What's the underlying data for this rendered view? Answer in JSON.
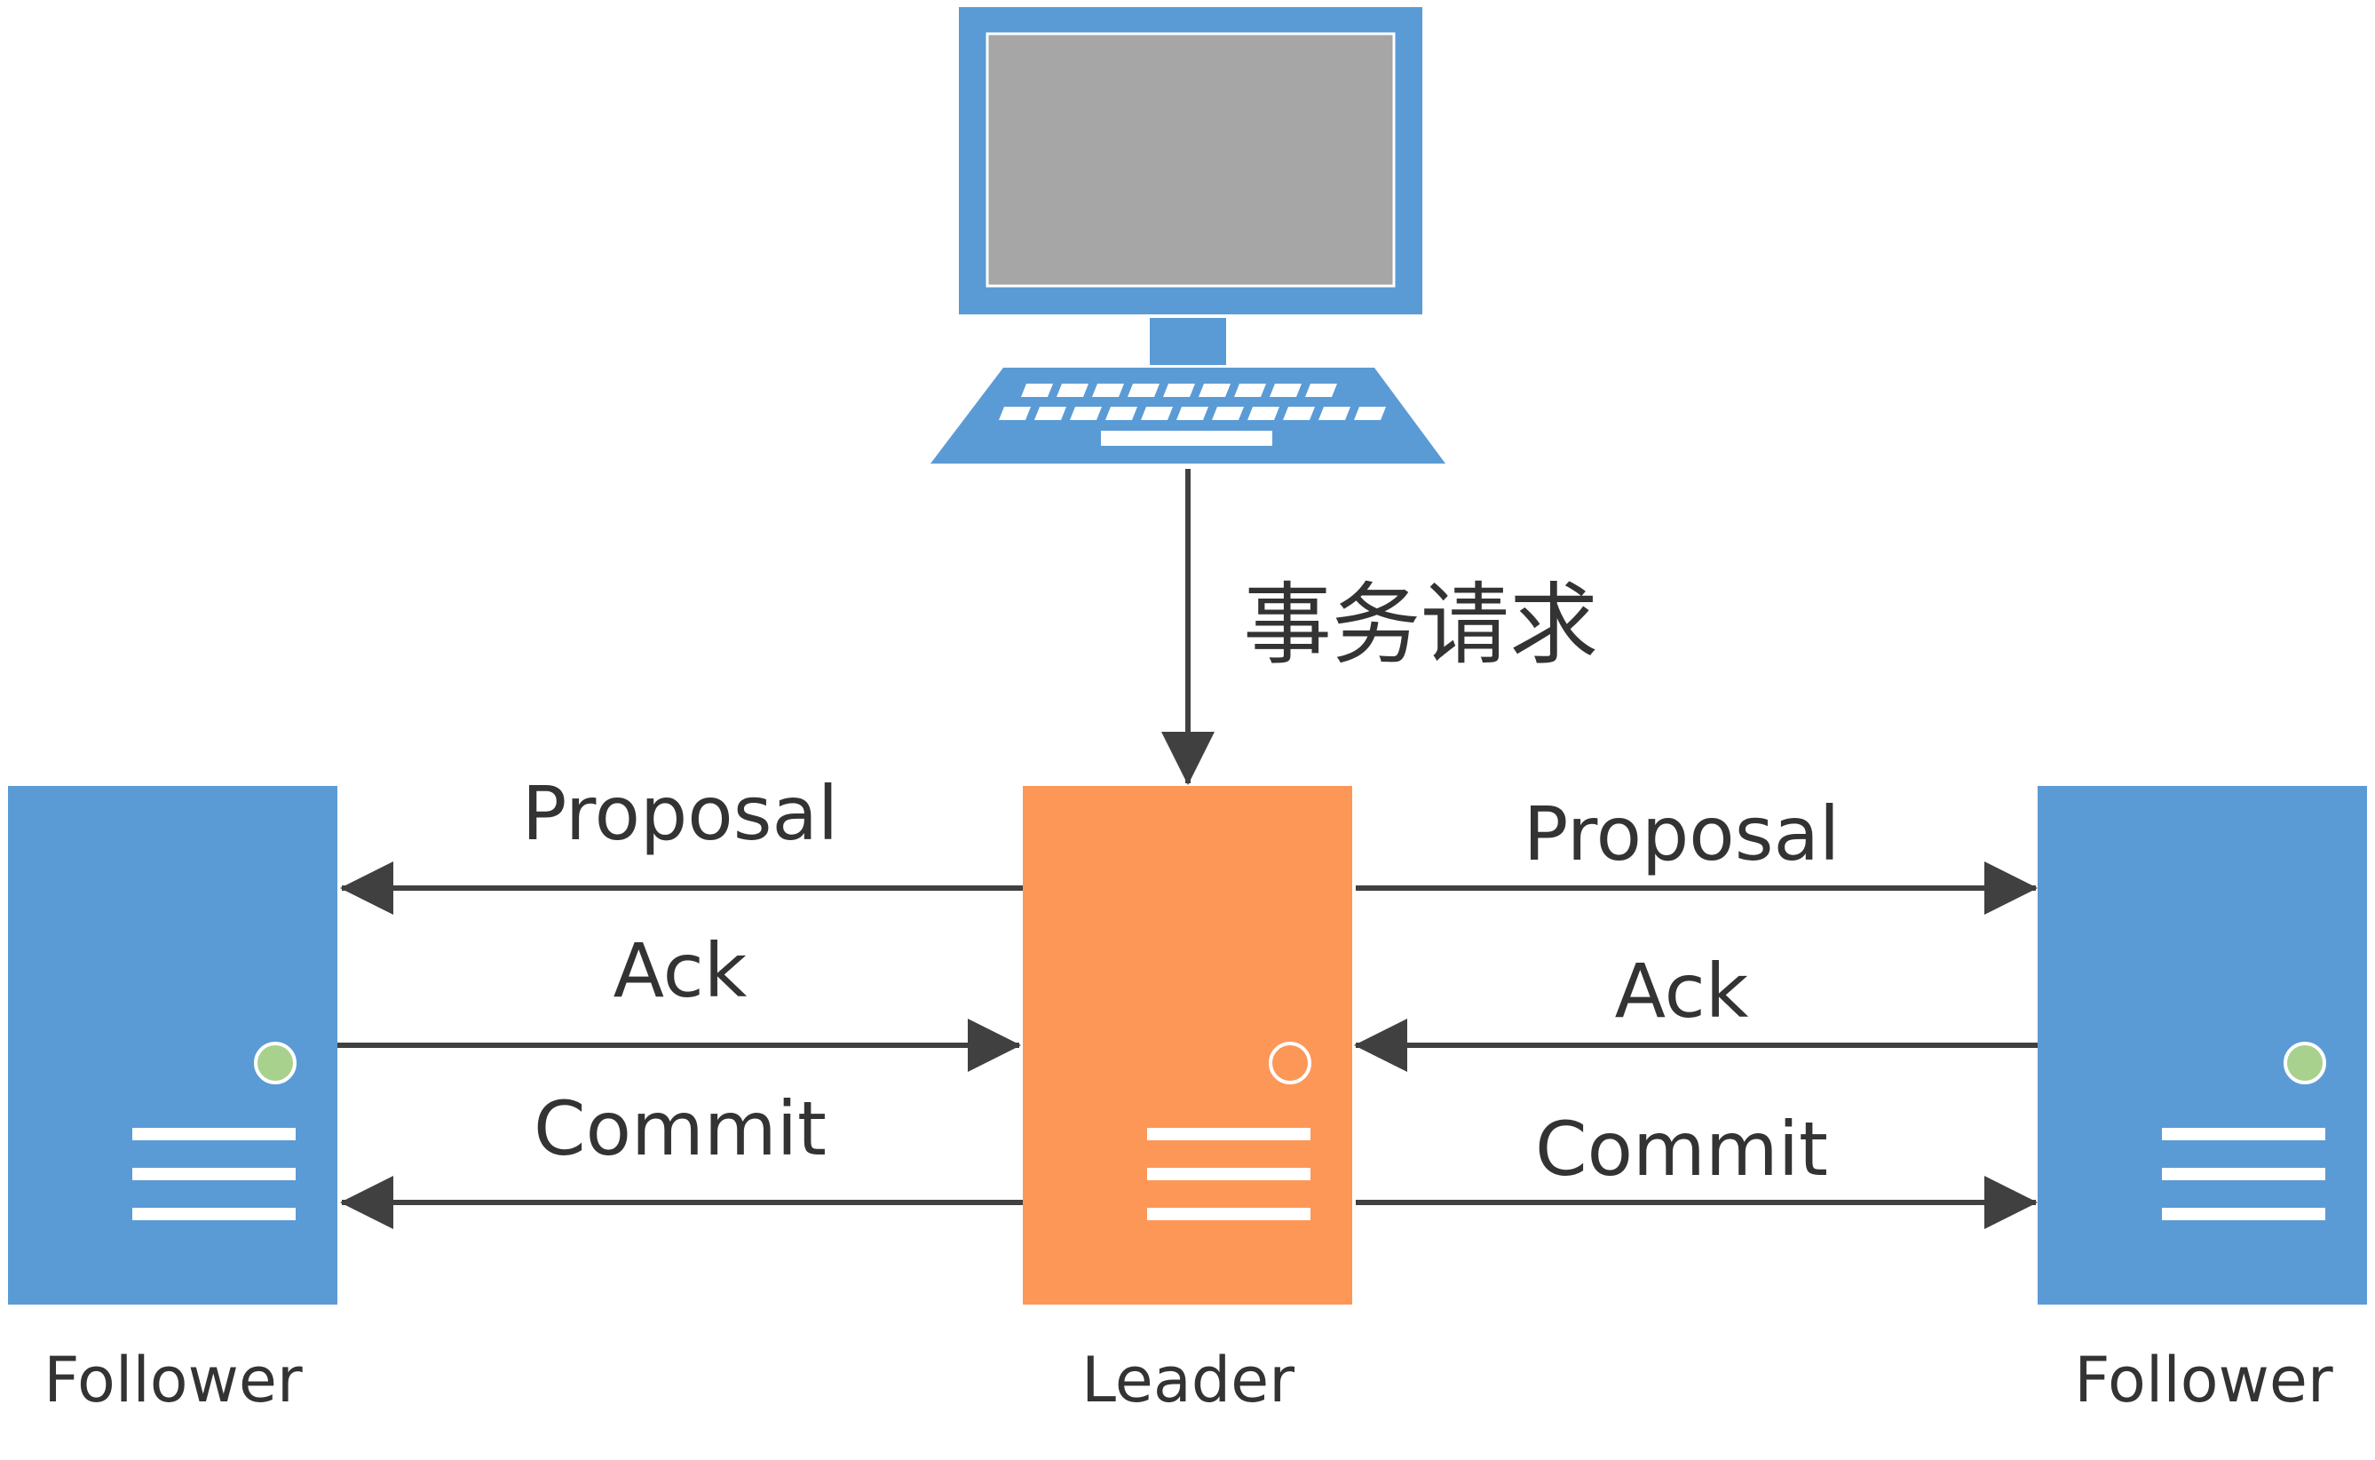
{
  "colors": {
    "node_blue": "#5b9bd5",
    "node_orange": "#fd9758",
    "screen_gray": "#a6a6a6",
    "arrow": "#404040",
    "text": "#333333",
    "led_green": "#a9d18e"
  },
  "client": {
    "icon": "laptop-icon",
    "request_label": "事务请求"
  },
  "nodes": {
    "left_follower": {
      "label": "Follower",
      "icon": "server-icon"
    },
    "leader": {
      "label": "Leader",
      "icon": "server-icon"
    },
    "right_follower": {
      "label": "Follower",
      "icon": "server-icon"
    }
  },
  "messages": {
    "left": {
      "proposal": "Proposal",
      "ack": "Ack",
      "commit": "Commit"
    },
    "right": {
      "proposal": "Proposal",
      "ack": "Ack",
      "commit": "Commit"
    }
  }
}
